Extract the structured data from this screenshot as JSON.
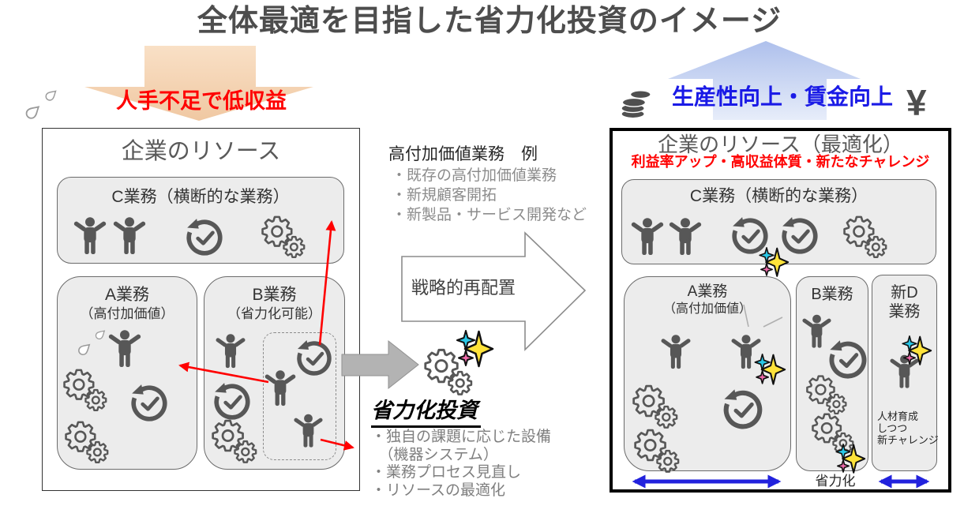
{
  "title": "全体最適を目指した省力化投資のイメージ",
  "left": {
    "pressure_label": "人手不足で低収益",
    "box_title": "企業のリソース",
    "c_label": "C業務（横断的な業務）",
    "a_label": "A業務",
    "a_sublabel": "（高付加価値）",
    "b_label": "B業務",
    "b_sublabel": "（省力化可能）"
  },
  "middle": {
    "examples_title": "高付加価値業務　例",
    "examples": [
      "・既存の高付加価値業務",
      "・新規顧客開拓",
      "・新製品・サービス開発など"
    ],
    "arrow_label": "戦略的再配置",
    "investment_title": "省力化投資",
    "investment_items": [
      "・独自の課題に応じた設備",
      "　（機器システム）",
      "・業務プロセス見直し",
      "・リソースの最適化"
    ]
  },
  "right": {
    "outcome_label": "生産性向上・賃金向上",
    "yen_symbol": "¥",
    "box_title": "企業のリソース（最適化）",
    "box_subtitle": "利益率アップ・高収益体質・新たなチャレンジ",
    "c_label": "C業務（横断的な業務）",
    "a_label": "A業務",
    "a_sublabel": "（高付加価値）",
    "b_label": "B業務",
    "d_label_line1": "新D",
    "d_label_line2": "業務",
    "d_note_lines": [
      "人材育成",
      "しつつ",
      "新チャレンジ"
    ],
    "laborsaving_label": "省力化"
  },
  "icons": {
    "person": "cheering-person-icon",
    "clock": "refresh-clock-icon",
    "gears": "gear-pair-icon",
    "sparkle": "sparkle-stars-icon",
    "drops": "sweat-drops-icon",
    "coins": "coin-stack-icon"
  },
  "colors": {
    "accent_red": "#ff0000",
    "accent_blue": "#1a1ae6",
    "icon_gray": "#575757",
    "subbox_fill": "#ececec",
    "down_arrow_orange": "#f5d2ae",
    "up_arrow_blue": "#b9c8ef",
    "double_arrow_blue": "#2222dd"
  }
}
